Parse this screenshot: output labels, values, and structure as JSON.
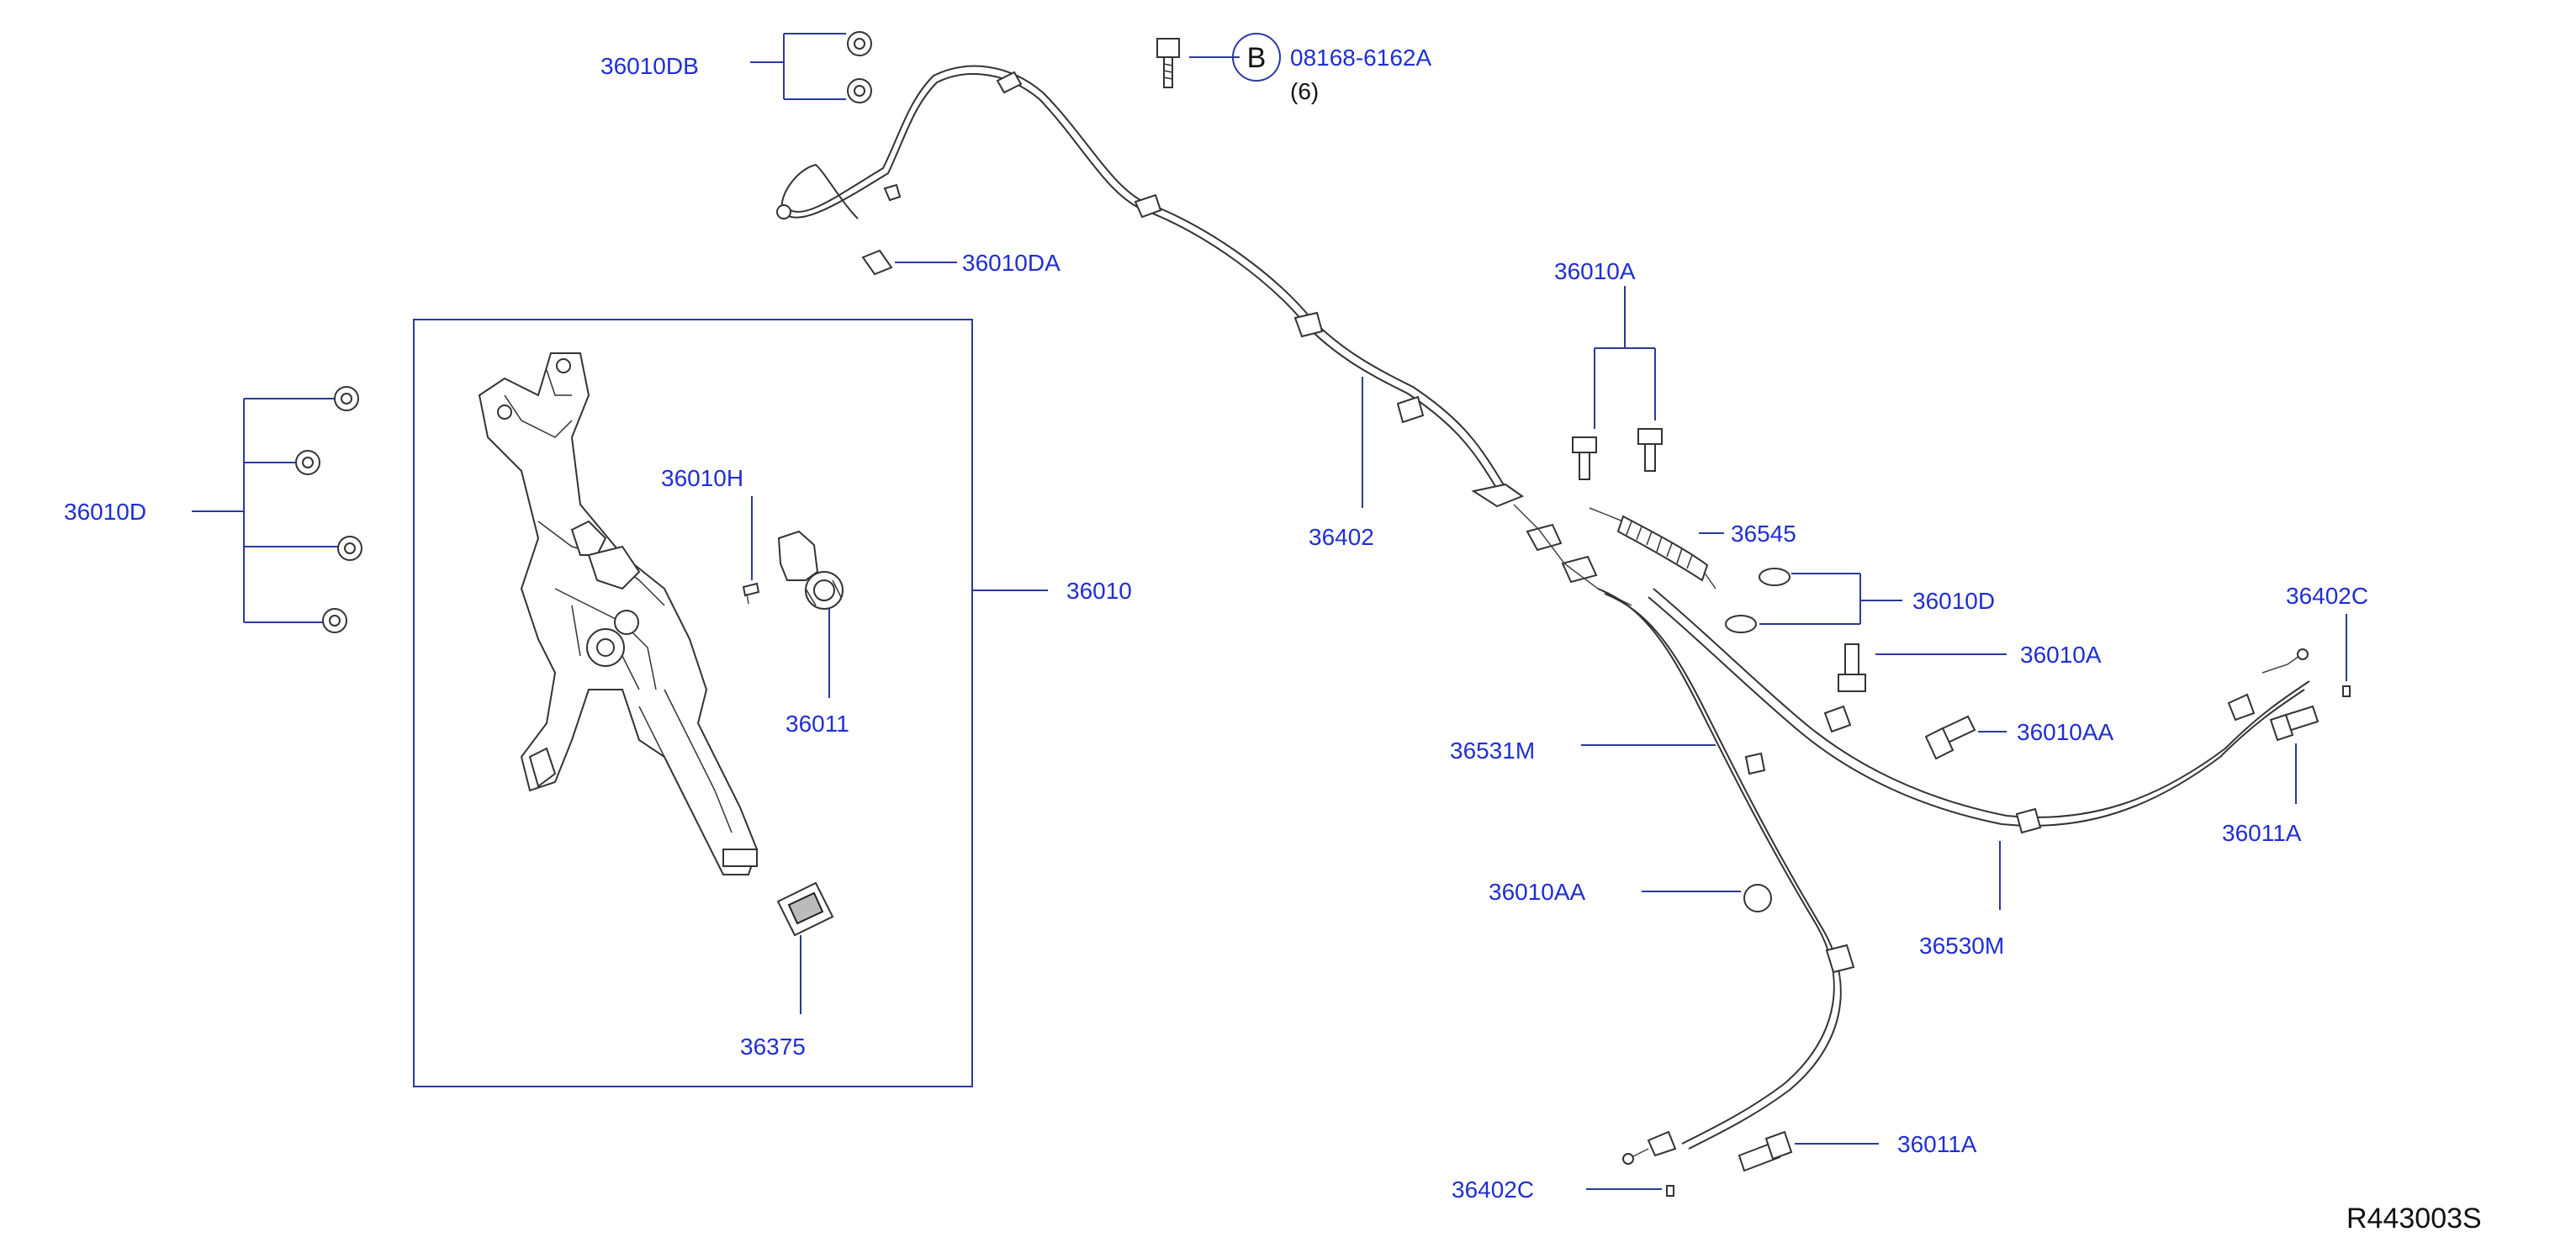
{
  "diagram": {
    "reference_code": "R443003S",
    "callout_b": {
      "letter": "B",
      "part_number": "08168-6162A",
      "quantity": "(6)"
    },
    "labels": {
      "p36010DB": "36010DB",
      "p36010DA": "36010DA",
      "p36010D_left": "36010D",
      "p36010H": "36010H",
      "p36011": "36011",
      "p36010": "36010",
      "p36375": "36375",
      "p36402": "36402",
      "p36010A_top": "36010A",
      "p36545": "36545",
      "p36010D_right": "36010D",
      "p36010A_right": "36010A",
      "p36010AA_right": "36010AA",
      "p36402C_right": "36402C",
      "p36011A_right": "36011A",
      "p36531M": "36531M",
      "p36530M": "36530M",
      "p36010AA_left": "36010AA",
      "p36011A_bottom": "36011A",
      "p36402C_bottom": "36402C"
    },
    "colors": {
      "label": "#1f2fd0",
      "leader": "#2a3a9a",
      "line_art": "#333333"
    }
  }
}
